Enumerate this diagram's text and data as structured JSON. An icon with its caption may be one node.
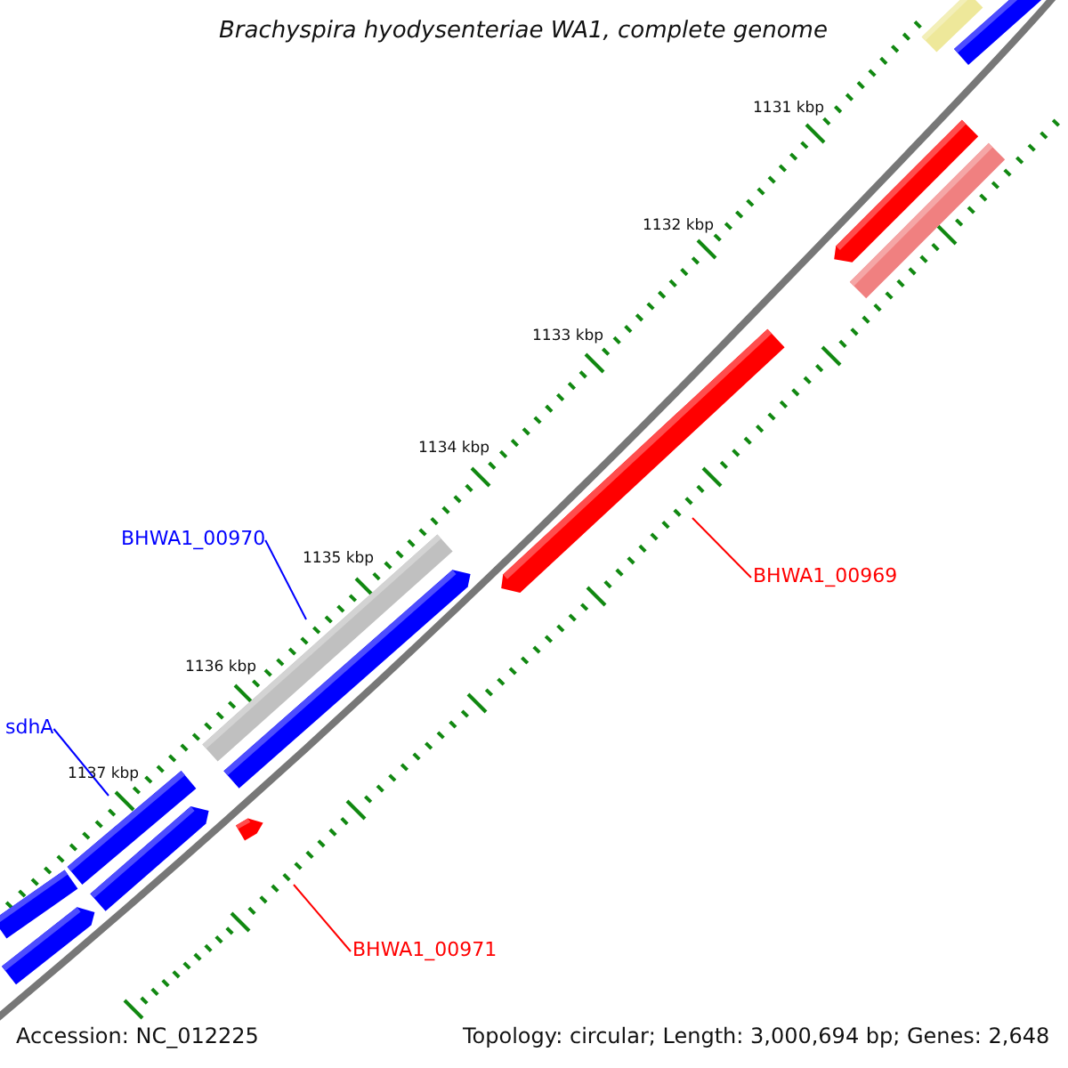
{
  "diagram": {
    "title": "Brachyspira hyodysenteriae WA1, complete genome",
    "nodes": [
      {
        "text": [
          "BHWA1_00970"
        ]
      },
      {
        "text": [
          "BHWA1_00969"
        ]
      },
      {
        "text": [
          "sdhA"
        ]
      },
      {
        "text": [
          "BHWA1_00971"
        ]
      },
      {
        "text": [],
        "shape": "bar"
      },
      {
        "text": [],
        "shape": "bar"
      },
      {
        "text": [],
        "shape": "bar"
      },
      {
        "text": [],
        "shape": "bar"
      }
    ],
    "edges": [
      {
        "from": 0,
        "to": 5,
        "arrow": "none",
        "color": "#0000ff"
      },
      {
        "from": 1,
        "to": 4,
        "arrow": "none",
        "color": "#ff0000"
      },
      {
        "from": 2,
        "to": 6,
        "arrow": "none",
        "color": "#0000ff"
      },
      {
        "from": 3,
        "to": 7,
        "arrow": "none",
        "color": "#ff0000"
      }
    ],
    "labels": [
      "1131 kbp",
      "1132 kbp",
      "1133 kbp",
      "1134 kbp",
      "1135 kbp",
      "1136 kbp",
      "1137 kbp",
      "Accession: NC_012225",
      "Topology: circular; Length: 3,000,694 bp; Genes: 2,648"
    ]
  }
}
